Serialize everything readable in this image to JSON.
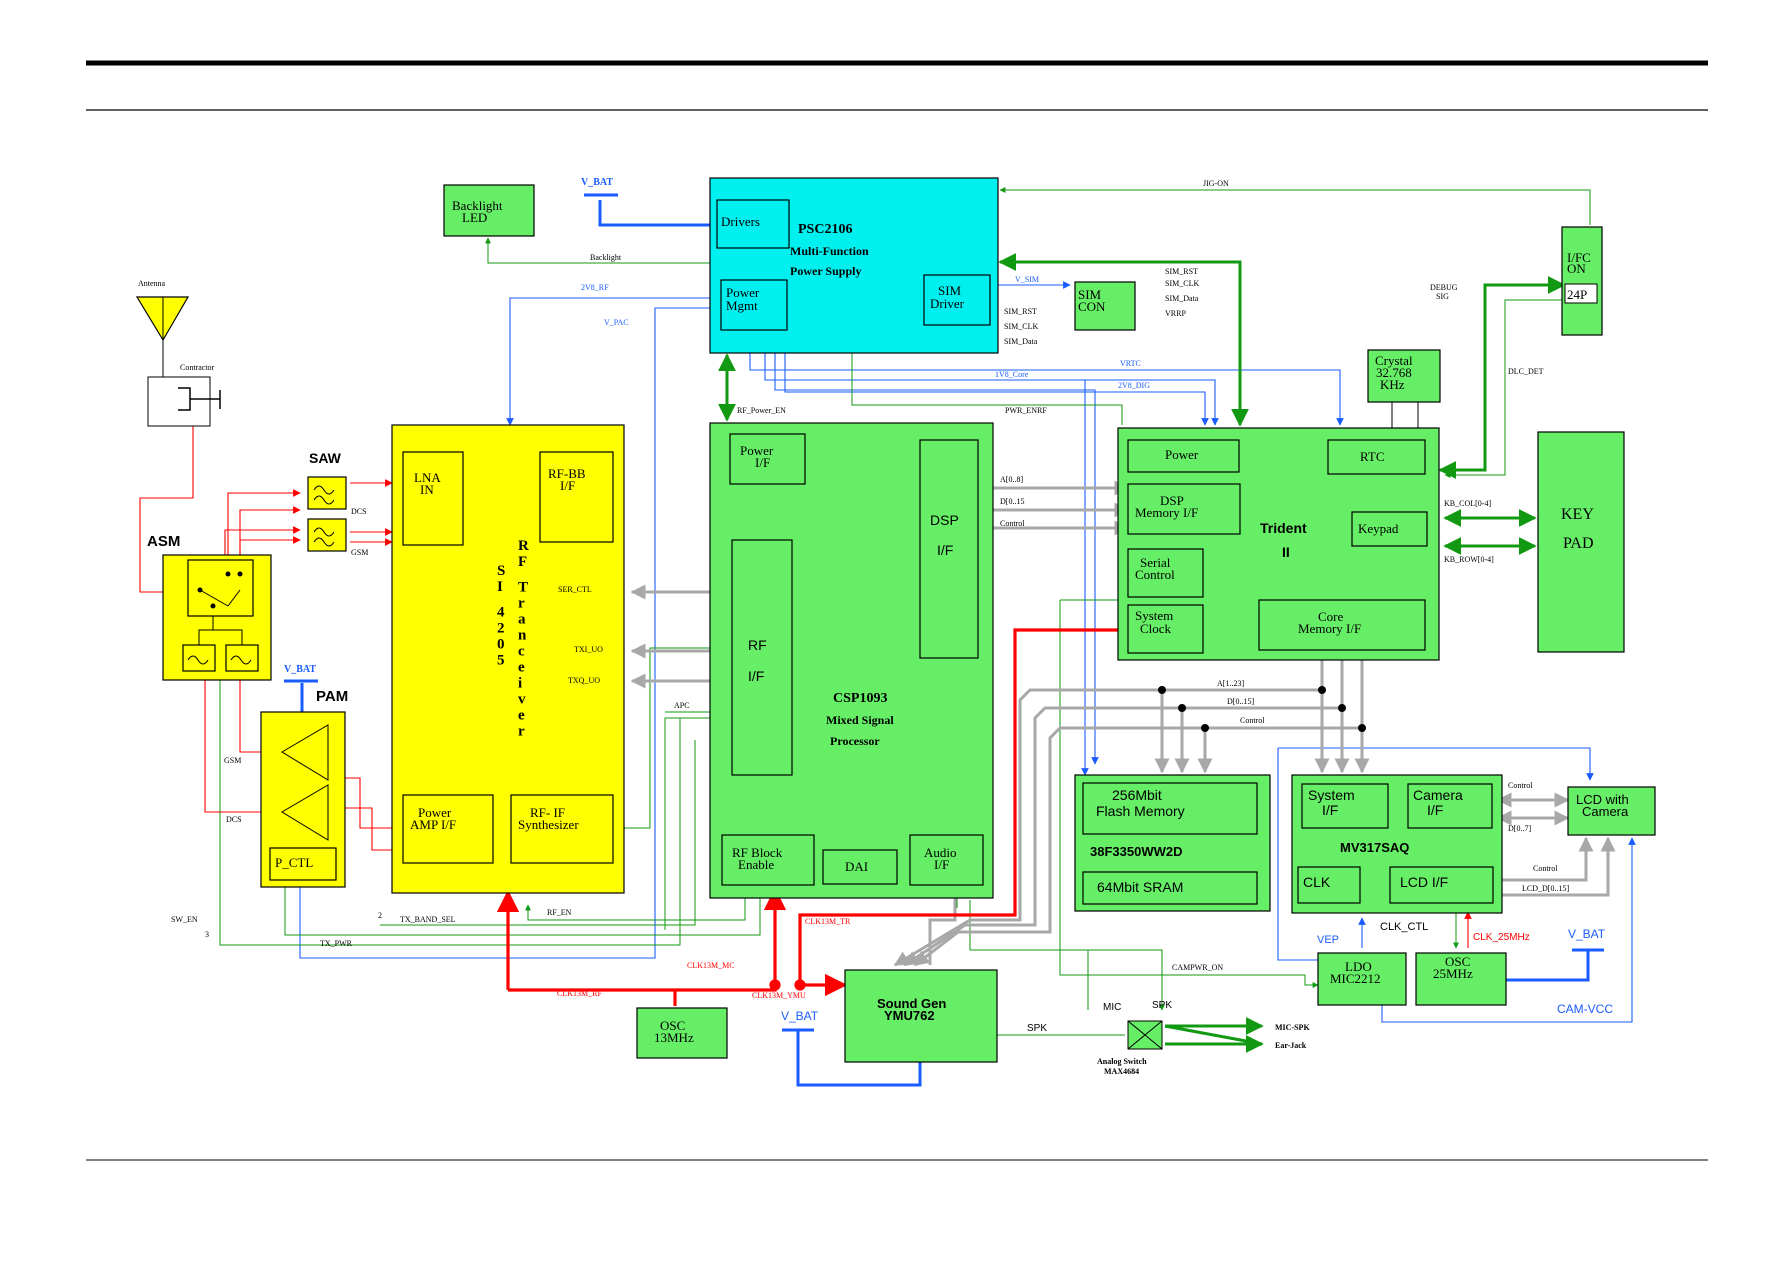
{
  "colors": {
    "block_green": "#66ee66",
    "block_yellow": "#ffff00",
    "block_cyan": "#00f0f0",
    "wire_red": "#ff0000",
    "wire_blue": "#1a5cff",
    "wire_green": "#119911",
    "wire_gray": "#a8a8a8",
    "wire_black": "#000000"
  },
  "blocks": {
    "psc": {
      "line1": "PSC2106",
      "line2": "Multi-Function",
      "line3": "Power Supply",
      "drivers": "Drivers",
      "power_mgmt_1": "Power",
      "power_mgmt_2": "Mgmt",
      "sim_driver_1": "SIM",
      "sim_driver_2": "Driver"
    },
    "backlight": {
      "line1": "Backlight",
      "line2": "LED"
    },
    "sim_con": {
      "line1": "SIM",
      "line2": "CON"
    },
    "ifc": {
      "line1": "I/FC",
      "line2": "ON",
      "pins": "24P"
    },
    "crystal": {
      "line1": "Crystal",
      "line2": "32.768",
      "line3": "KHz"
    },
    "keypad_ext": {
      "line1": "KEY",
      "line2": "PAD"
    },
    "rf": {
      "vertical_title": "RF Tranceiver",
      "vertical_part": "SI 4205",
      "lna_1": "LNA",
      "lna_2": "IN",
      "rfbb_1": "RF-BB",
      "rfbb_2": "I/F",
      "pamp_1": "Power",
      "pamp_2": "AMP I/F",
      "synth_1": "RF- IF",
      "synth_2": "Synthesizer"
    },
    "csp": {
      "line1": "CSP1093",
      "line2": "Mixed Signal",
      "line3": "Processor",
      "power_1": "Power",
      "power_2": "I/F",
      "rfif_1": "RF",
      "rfif_2": "I/F",
      "dsp_1": "DSP",
      "dsp_2": "I/F",
      "rfblock_1": "RF Block",
      "rfblock_2": "Enable",
      "dai": "DAI",
      "audio_1": "Audio",
      "audio_2": "I/F"
    },
    "trident": {
      "line1": "Trident",
      "line2": "II",
      "power": "Power",
      "rtc": "RTC",
      "dspmem_1": "DSP",
      "dspmem_2": "Memory I/F",
      "keypad": "Keypad",
      "serial_1": "Serial",
      "serial_2": "Control",
      "sysclk_1": "System",
      "sysclk_2": "Clock",
      "coremem_1": "Core",
      "coremem_2": "Memory I/F"
    },
    "flash": {
      "line1": "256Mbit",
      "line2": "Flash Memory",
      "part": "38F3350WW2D",
      "sram": "64Mbit  SRAM"
    },
    "mv": {
      "part": "MV317SAQ",
      "sys_1": "System",
      "sys_2": "I/F",
      "cam_1": "Camera",
      "cam_2": "I/F",
      "clk": "CLK",
      "lcd": "LCD I/F"
    },
    "lcdcam": {
      "line1": "LCD with",
      "line2": "Camera"
    },
    "ldo": {
      "line1": "LDO",
      "line2": "MIC2212"
    },
    "osc25": {
      "line1": "OSC",
      "line2": "25MHz"
    },
    "osc13": {
      "line1": "OSC",
      "line2": "13MHz"
    },
    "sound": {
      "line1": "Sound Gen",
      "line2": "YMU762"
    },
    "pam": {
      "title": "PAM",
      "pctl": "P_CTL"
    },
    "asm": {
      "title": "ASM"
    },
    "saw": {
      "title": "SAW"
    }
  },
  "labels": {
    "antenna": "Antenna",
    "connector": "Contractor",
    "vbat_top": "V_BAT",
    "vbat_pam": "V_BAT",
    "vbat_sound": "V_BAT",
    "vbat_right": "V_BAT",
    "jig_on": "JIG-ON",
    "backlight_sig": "Backlight",
    "v_rf_2v8": "2V8_RF",
    "v_pac": "V_PAC",
    "v_sim": "V_SIM",
    "sim_rst": "SIM_RST",
    "sim_clk": "SIM_CLK",
    "sim_data": "SIM_Data",
    "sim_rst_r": "SIM_RST",
    "sim_clk_r": "SIM_CLK",
    "sim_data_r": "SIM_Data",
    "vrrp": "VRRP",
    "debug_1": "DEBUG",
    "debug_2": "SIG",
    "dlc_det": "DLC_DET",
    "vrtc": "VRTC",
    "v_core": "1V8_Core",
    "v_dig": "2V8_DIG",
    "pwr_enrf": "PWR_ENRF",
    "rf_power_en": "RF_Power_EN",
    "a0_8": "A[0..8]",
    "d0_15": "D[0..15",
    "control_dsp": "Control",
    "kb_col": "KB_COL[0-4]",
    "kb_row": "KB_ROW[0-4]",
    "ser_ctl": "SER_CTL",
    "txi_uo": "TXI_UO",
    "txq_uo": "TXQ_UO",
    "apc": "APC",
    "dcs_saw": "DCS",
    "gsm_saw": "GSM",
    "gsm_pam": "GSM",
    "dcs_pam": "DCS",
    "a1_23": "A[1..23]",
    "d0_15b": "D[0..15]",
    "control_bus": "Control",
    "control_lcd1": "Control",
    "d0_7": "D[0..7]",
    "control_lcd2": "Control",
    "lcd_d": "LCD_D[0..15]",
    "sw_en": "SW_EN",
    "num_3": "3",
    "num_2": "2",
    "tx_band_sel": "TX_BAND_SEL",
    "tx_pwr": "TX_PWR",
    "rf_en": "RF_EN",
    "clk13m_tr": "CLK13M_TR",
    "clk13m_mc": "CLK13M_MC",
    "clk13m_rf": "CLK13M_RF",
    "clk13m_ymu": "CLK13M_YMU",
    "vep": "VEP",
    "clk_ctl": "CLK_CTL",
    "clk_25mhz": "CLK_25MHz",
    "campwr_on": "CAMPWR_ON",
    "cam_vcc": "CAM-VCC",
    "mic": "MIC",
    "spk_up": "SPK",
    "spk": "SPK",
    "analog_1": "Analog Switch",
    "analog_2": "MAX4684",
    "mic_spk": "MIC-SPK",
    "ear_jack": "Ear-Jack"
  }
}
